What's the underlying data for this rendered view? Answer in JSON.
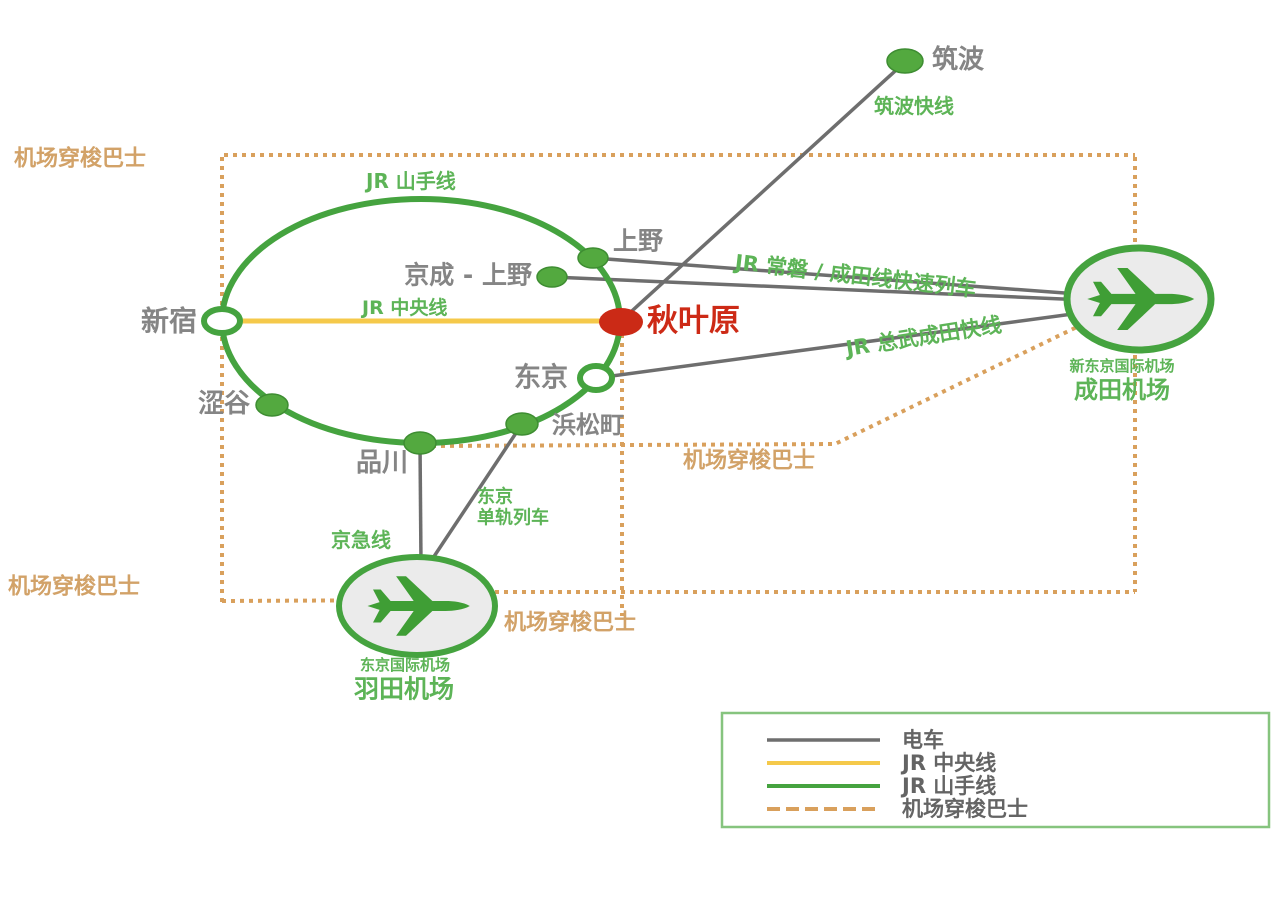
{
  "stations": {
    "shinjuku": "新宿",
    "shibuya": "涩谷",
    "shinagawa": "品川",
    "tokyo": "东京",
    "hamamatsucho": "浜松町",
    "ueno": "上野",
    "keisei_ueno": "京成 - 上野",
    "akihabara": "秋叶原",
    "tsukuba": "筑波"
  },
  "line_labels": {
    "yamanote": "JR 山手线",
    "chuo": "JR 中央线",
    "tsukuba_express": "筑波快线",
    "joban_narita": "JR 常磐 / 成田线快速列车",
    "sobu_narita": "JR 总武成田快线",
    "monorail_row1": "东京",
    "monorail_row2": "单轨列车",
    "keikyu": "京急线",
    "shuttle": "机场穿梭巴士"
  },
  "airports": {
    "narita": {
      "subtitle": "新东京国际机场",
      "name": "成田机场"
    },
    "haneda": {
      "subtitle": "东京国际机场",
      "name": "羽田机场"
    }
  },
  "legend": {
    "items": [
      {
        "label": "电车",
        "color": "#6e6e6e",
        "style": "solid"
      },
      {
        "label": "JR 中央线",
        "color": "#f5c94a",
        "style": "solid"
      },
      {
        "label": "JR 山手线",
        "color": "#45a33f",
        "style": "solid"
      },
      {
        "label": "机场穿梭巴士",
        "color": "#d9a05c",
        "style": "dashed"
      }
    ]
  },
  "colors": {
    "train_gray": "#6e6e6e",
    "chuo_yellow": "#f5c94a",
    "yamanote_green": "#45a33f",
    "shuttle_orange": "#d9a05c",
    "akihabara_red": "#cb2a16",
    "station_text_gray": "#858585",
    "line_text_green": "#5db457",
    "shuttle_text_tan": "#d2a268",
    "airport_fill": "#ebebeb"
  }
}
